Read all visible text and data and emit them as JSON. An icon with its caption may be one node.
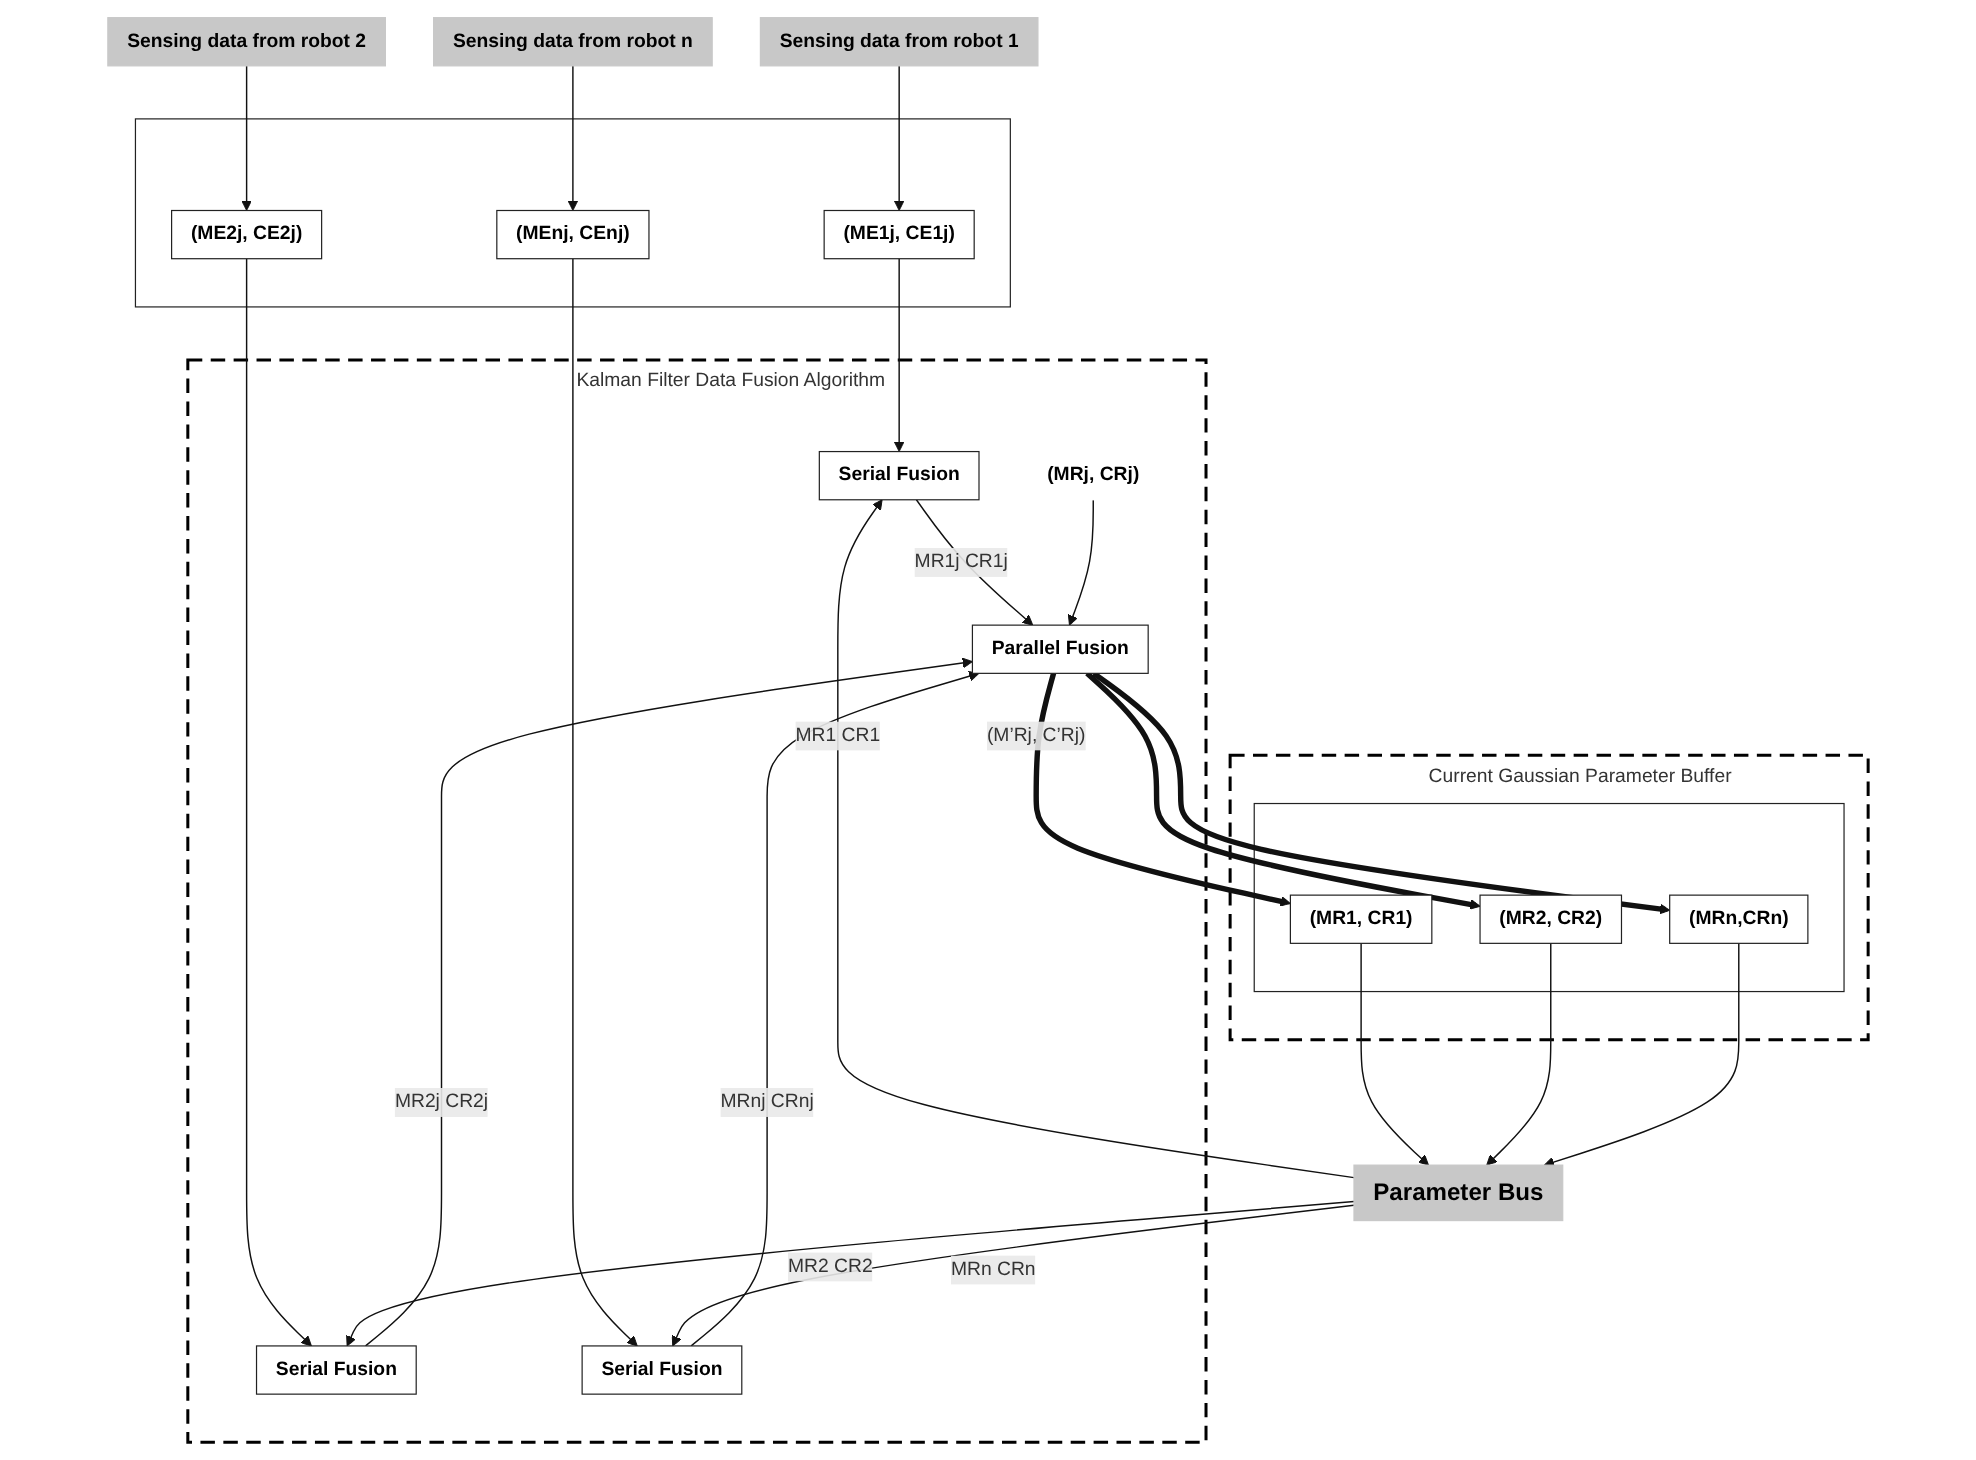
{
  "diagram": {
    "nodes": [
      {
        "text": [
          "Sensing data from robot 1"
        ]
      },
      {
        "text": [
          "Sensing data from robot 2"
        ]
      },
      {
        "text": [
          "Sensing data from robot n"
        ]
      },
      {
        "text": [],
        "shape": "box"
      },
      {
        "text": [
          "(ME1j, CE1j)"
        ],
        "in": 3
      },
      {
        "text": [
          "(ME2j, CE2j)"
        ],
        "in": 3
      },
      {
        "text": [
          "(MEnj, CEnj)"
        ],
        "in": 3
      },
      {
        "text": [
          "Current Gaussian Parameter Buffer"
        ]
      },
      {
        "text": [],
        "shape": "box",
        "in": 7
      },
      {
        "text": [
          "(MR1, CR1)"
        ],
        "in": 8
      },
      {
        "text": [
          "(MR2, CR2)"
        ],
        "in": 8
      },
      {
        "text": [
          "(MRn,CRn)"
        ],
        "in": 8
      },
      {
        "text": [
          "Parameter Bus"
        ]
      },
      {
        "text": [
          "Kalman Filter Data Fusion Algorithm"
        ]
      },
      {
        "text": [
          "Serial Fusion"
        ],
        "in": 13
      },
      {
        "text": [
          "Serial Fusion"
        ],
        "in": 13
      },
      {
        "text": [
          "Serial Fusion"
        ],
        "in": 13
      },
      {
        "text": [
          "Parallel Fusion"
        ],
        "in": 13
      },
      {
        "text": [
          "(MRj, CRj)"
        ],
        "in": 13
      }
    ],
    "edges": [
      {
        "from": 0,
        "to": 4,
        "arrow": "to"
      },
      {
        "from": 1,
        "to": 5,
        "arrow": "to"
      },
      {
        "from": 2,
        "to": 6,
        "arrow": "to"
      },
      {
        "from": 4,
        "to": 14,
        "arrow": "to"
      },
      {
        "from": 5,
        "to": 15,
        "arrow": "to"
      },
      {
        "from": 6,
        "to": 16,
        "arrow": "to"
      },
      {
        "from": 9,
        "to": 12,
        "arrow": "to"
      },
      {
        "from": 10,
        "to": 12,
        "arrow": "to"
      },
      {
        "from": 11,
        "to": 12,
        "arrow": "to"
      },
      {
        "from": 12,
        "to": 14,
        "arrow": "to",
        "label": "MR1 CR1"
      },
      {
        "from": 12,
        "to": 15,
        "arrow": "to",
        "label": "MR2 CR2"
      },
      {
        "from": 12,
        "to": 16,
        "arrow": "to",
        "label": "MRn CRn"
      },
      {
        "from": 14,
        "to": 17,
        "arrow": "to",
        "label": "MR1j CR1j"
      },
      {
        "from": 15,
        "to": 17,
        "arrow": "to",
        "label": "MR2j CR2j"
      },
      {
        "from": 16,
        "to": 17,
        "arrow": "to",
        "label": "MRnj CRnj"
      },
      {
        "from": 18,
        "to": 17,
        "arrow": "to"
      },
      {
        "from": 17,
        "to": 9,
        "arrow": "to",
        "style": "thick",
        "label": "(M’Rj, C’Rj)"
      },
      {
        "from": 17,
        "to": 10,
        "arrow": "to",
        "style": "thick"
      },
      {
        "from": 17,
        "to": 11,
        "arrow": "to",
        "style": "thick"
      }
    ]
  }
}
